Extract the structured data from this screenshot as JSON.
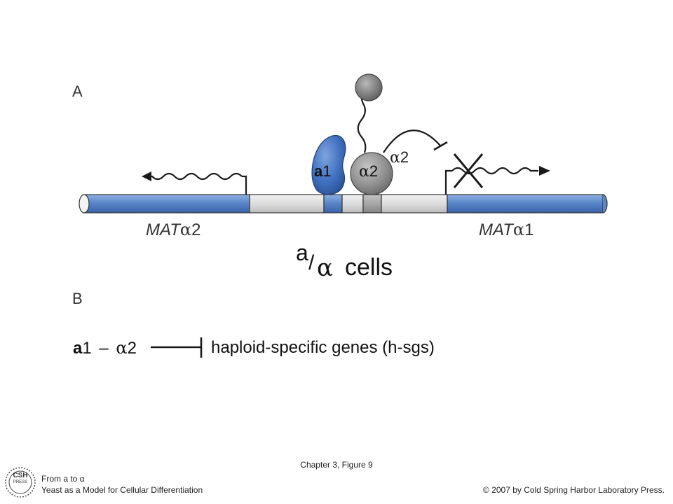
{
  "panel_a": {
    "label": "A"
  },
  "panel_b": {
    "label": "B"
  },
  "genes": {
    "left": {
      "prefix": "MAT",
      "greek": "α",
      "suffix": "2"
    },
    "right": {
      "prefix": "MAT",
      "greek": "α",
      "suffix": "1"
    }
  },
  "proteins": {
    "a1": {
      "bold": "a",
      "rest": "1"
    },
    "alpha2": {
      "greek": "α",
      "rest": "2"
    },
    "alpha2_repression": {
      "greek": "α",
      "rest": "2"
    }
  },
  "cell_type": {
    "a": "a",
    "slash": "/",
    "alpha": "α",
    "word": "cells"
  },
  "panel_b_content": {
    "a_bold": "a",
    "a_num": "1",
    "dash": "–",
    "alpha": "α",
    "alpha_num": "2",
    "target": "haploid-specific genes (h-sgs)"
  },
  "footer": {
    "chapter": "Chapter 3, Figure 9",
    "book_line1": "From a to α",
    "book_line2": "Yeast as a Model for Cellular Differentiation",
    "copyright": "© 2007 by Cold Spring Harbor Laboratory Press.",
    "logo_text_top": "CSH",
    "logo_text_bottom": "PRESS"
  },
  "colors": {
    "blue_segment": "#5b87c9",
    "grey_segment": "#d8d8d8",
    "a1_protein": "#3f6fbf",
    "alpha2_protein": "#8e8e8e",
    "line": "#1a1a1a"
  }
}
